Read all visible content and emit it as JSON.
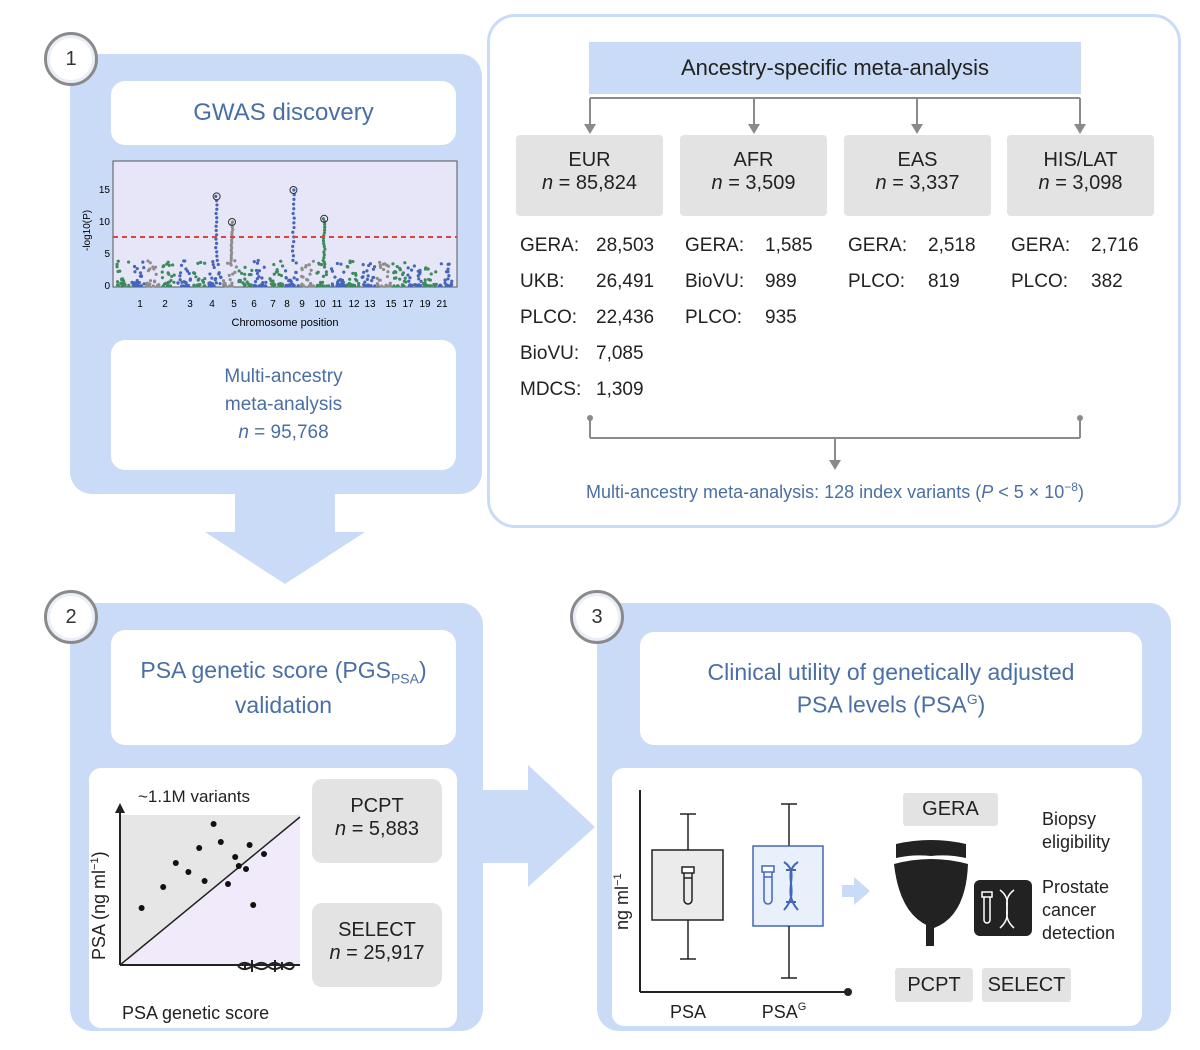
{
  "badges": {
    "one": "1",
    "two": "2",
    "three": "3"
  },
  "panel1": {
    "title": "GWAS discovery",
    "manhattan": {
      "ylabel": "-log10(P)",
      "yticks": [
        "15",
        "10",
        "5",
        "0"
      ],
      "xticks": [
        "1",
        "2",
        "3",
        "4",
        "5",
        "6",
        "7",
        "8",
        "9",
        "10",
        "11",
        "12",
        "13",
        "15",
        "17",
        "19",
        "21"
      ],
      "xlabel": "Chromosome position"
    },
    "meta_line1": "Multi-ancestry",
    "meta_line2": "meta-analysis",
    "meta_n_label": "n",
    "meta_n_value": "= 95,768"
  },
  "ancestry": {
    "header": "Ancestry-specific meta-analysis",
    "groups": [
      {
        "name": "EUR",
        "n_label": "n",
        "n_value": "= 85,824",
        "cohorts": [
          {
            "name": "GERA:",
            "value": "28,503"
          },
          {
            "name": "UKB:",
            "value": "26,491"
          },
          {
            "name": "PLCO:",
            "value": "22,436"
          },
          {
            "name": "BioVU:",
            "value": "7,085"
          },
          {
            "name": "MDCS:",
            "value": "1,309"
          }
        ]
      },
      {
        "name": "AFR",
        "n_label": "n",
        "n_value": "= 3,509",
        "cohorts": [
          {
            "name": "GERA:",
            "value": "1,585"
          },
          {
            "name": "BioVU:",
            "value": "989"
          },
          {
            "name": "PLCO:",
            "value": "935"
          }
        ]
      },
      {
        "name": "EAS",
        "n_label": "n",
        "n_value": "= 3,337",
        "cohorts": [
          {
            "name": "GERA:",
            "value": "2,518"
          },
          {
            "name": "PLCO:",
            "value": "819"
          }
        ]
      },
      {
        "name": "HIS/LAT",
        "n_label": "n",
        "n_value": "= 3,098",
        "cohorts": [
          {
            "name": "GERA:",
            "value": "2,716"
          },
          {
            "name": "PLCO:",
            "value": "382"
          }
        ]
      }
    ],
    "footer_prefix": "Multi-ancestry meta-analysis: 128 index variants (",
    "footer_p": "P",
    "footer_mid": " < 5 × 10",
    "footer_exp": "−8",
    "footer_suffix": ")"
  },
  "panel2": {
    "title_pre": "PSA genetic score (PGS",
    "title_sub": "PSA",
    "title_post": ")",
    "title_line2": "validation",
    "variants_label": "~1.1M variants",
    "ylabel": "PSA (ng ml",
    "ylabel_exp": "−1",
    "ylabel_end": ")",
    "xlabel": "PSA genetic score",
    "scatter_points": [
      [
        0.12,
        0.38
      ],
      [
        0.24,
        0.52
      ],
      [
        0.31,
        0.68
      ],
      [
        0.38,
        0.62
      ],
      [
        0.44,
        0.78
      ],
      [
        0.47,
        0.56
      ],
      [
        0.52,
        0.94
      ],
      [
        0.56,
        0.82
      ],
      [
        0.6,
        0.54
      ],
      [
        0.64,
        0.72
      ],
      [
        0.66,
        0.66
      ],
      [
        0.7,
        0.64
      ],
      [
        0.72,
        0.8
      ],
      [
        0.74,
        0.4
      ],
      [
        0.8,
        0.74
      ]
    ],
    "cohorts": [
      {
        "name": "PCPT",
        "n_label": "n",
        "n_value": "= 5,883"
      },
      {
        "name": "SELECT",
        "n_label": "n",
        "n_value": "= 25,917"
      }
    ]
  },
  "panel3": {
    "title_line1": "Clinical utility of genetically adjusted",
    "title_pre": "PSA levels (PSA",
    "title_sup": "G",
    "title_post": ")",
    "ylabel": "ng ml",
    "ylabel_exp": "−1",
    "x_psa": "PSA",
    "x_psag": "PSA",
    "x_psag_sup": "G",
    "gera": "GERA",
    "biopsy_line1": "Biopsy",
    "biopsy_line2": "eligibility",
    "cancer_line1": "Prostate",
    "cancer_line2": "cancer",
    "cancer_line3": "detection",
    "pcpt": "PCPT",
    "select": "SELECT"
  },
  "colors": {
    "panel_bg": "#c9dbf6",
    "title_blue": "#4a6fa5",
    "threshold_red": "#d9443f",
    "manhattan_palette": [
      "#3d8a5e",
      "#4566b8",
      "#8d8d8d",
      "#3d8a5e",
      "#4566b8"
    ]
  }
}
